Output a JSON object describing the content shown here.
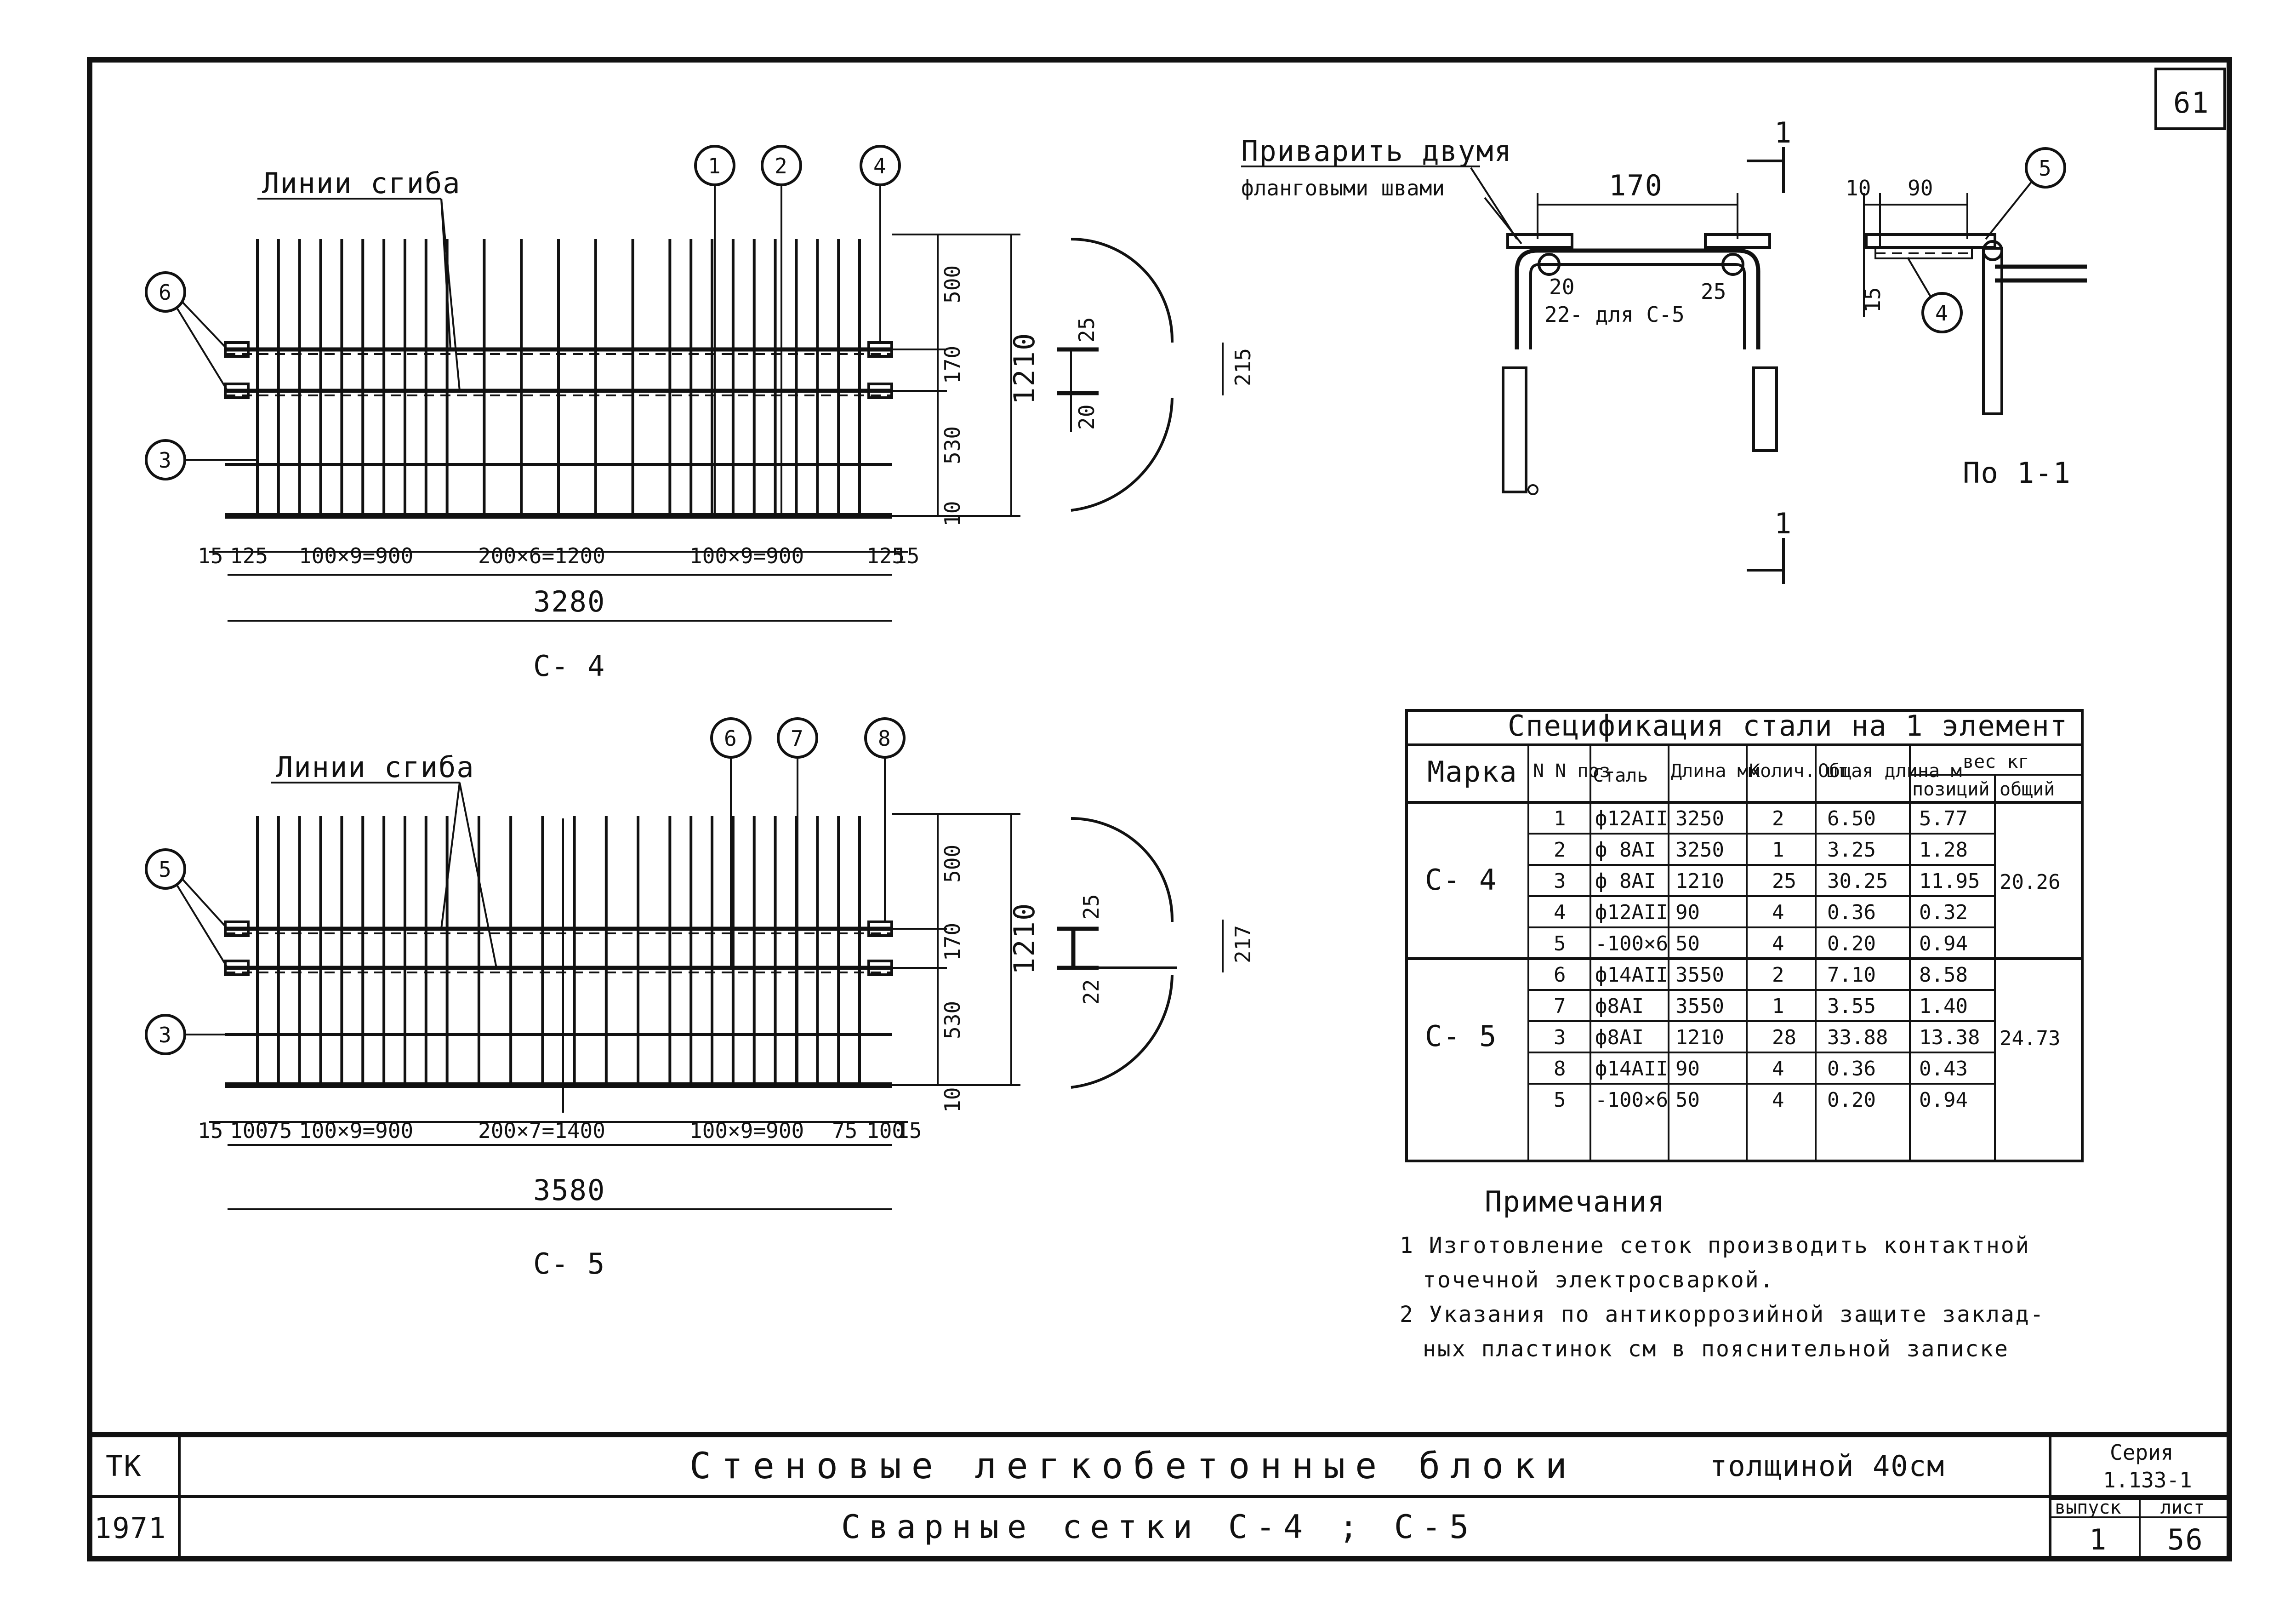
{
  "sheet_number": "61",
  "c4": {
    "title": "С- 4",
    "bend_lines_label": "Линии сгиба",
    "callouts": [
      "1",
      "2",
      "4",
      "6",
      "3"
    ],
    "dims_bottom": [
      "15",
      "125",
      "100×9=900",
      "200×6=1200",
      "100×9=900",
      "125",
      "15"
    ],
    "total_length": "3280",
    "dims_right": [
      "500",
      "170",
      "530",
      "10"
    ],
    "total_height": "1210",
    "bend_dims": [
      "25",
      "20",
      "215"
    ]
  },
  "c5": {
    "title": "С- 5",
    "bend_lines_label": "Линии сгиба",
    "callouts": [
      "6",
      "7",
      "8",
      "5",
      "3"
    ],
    "dims_bottom": [
      "15",
      "100",
      "75",
      "100×9=900",
      "200×7=1400",
      "100×9=900",
      "75",
      "100",
      "15"
    ],
    "total_length": "3580",
    "dims_right": [
      "500",
      "170",
      "530",
      "10"
    ],
    "total_height": "1210",
    "bend_dims": [
      "25",
      "22",
      "217"
    ]
  },
  "detail": {
    "weld_note_line1": "Приварить двумя",
    "weld_note_line2": "фланговыми швами",
    "width": "170",
    "dim_left": "20",
    "dim_left_c5": "22- для С-5",
    "dim_right": "25",
    "section_mark": "1",
    "section_title": "По 1-1",
    "section_dims": [
      "10",
      "90",
      "15"
    ],
    "section_callouts": [
      "5",
      "4"
    ]
  },
  "spec_table": {
    "title": "Спецификация стали на 1 элемент",
    "headers": {
      "mark": "Марка",
      "pos": "N N поз",
      "steel": "Сталь",
      "length": "Длина мм",
      "qty": "Колич. шт",
      "total_length": "Общая длина м",
      "weight": "вес кг",
      "weight_pos": "позиций",
      "weight_total": "общий"
    },
    "groups": [
      {
        "mark": "С- 4",
        "total": "20.26",
        "rows": [
          {
            "pos": "1",
            "steel": "ф12АII",
            "len": "3250",
            "qty": "2",
            "tlen": "6.50",
            "w": "5.77"
          },
          {
            "pos": "2",
            "steel": "ф 8АI",
            "len": "3250",
            "qty": "1",
            "tlen": "3.25",
            "w": "1.28"
          },
          {
            "pos": "3",
            "steel": "ф 8АI",
            "len": "1210",
            "qty": "25",
            "tlen": "30.25",
            "w": "11.95"
          },
          {
            "pos": "4",
            "steel": "ф12АII",
            "len": "90",
            "qty": "4",
            "tlen": "0.36",
            "w": "0.32"
          },
          {
            "pos": "5",
            "steel": "-100×6",
            "len": "50",
            "qty": "4",
            "tlen": "0.20",
            "w": "0.94"
          }
        ]
      },
      {
        "mark": "С- 5",
        "total": "24.73",
        "rows": [
          {
            "pos": "6",
            "steel": "ф14АII",
            "len": "3550",
            "qty": "2",
            "tlen": "7.10",
            "w": "8.58"
          },
          {
            "pos": "7",
            "steel": "ф8АI",
            "len": "3550",
            "qty": "1",
            "tlen": "3.55",
            "w": "1.40"
          },
          {
            "pos": "3",
            "steel": "ф8АI",
            "len": "1210",
            "qty": "28",
            "tlen": "33.88",
            "w": "13.38"
          },
          {
            "pos": "8",
            "steel": "ф14АII",
            "len": "90",
            "qty": "4",
            "tlen": "0.36",
            "w": "0.43"
          },
          {
            "pos": "5",
            "steel": "-100×6",
            "len": "50",
            "qty": "4",
            "tlen": "0.20",
            "w": "0.94"
          }
        ]
      }
    ]
  },
  "notes": {
    "heading": "Примечания",
    "line1": "1 Изготовление сеток производить контактной",
    "line2": "точечной электросваркой.",
    "line3": "2 Указания по антикоррозийной защите заклад-",
    "line4": "ных пластинок см в пояснительной записке"
  },
  "title_block": {
    "org": "ТК",
    "year": "1971",
    "main_title": "Стеновые легкобетонные блоки",
    "thickness": "толщиной 40см",
    "subtitle": "Сварные сетки С-4 ; С-5",
    "series_label": "Серия",
    "series_value": "1.133-1",
    "issue_label": "выпуск",
    "issue_value": "1",
    "sheet_label": "лист",
    "sheet_value": "56"
  }
}
